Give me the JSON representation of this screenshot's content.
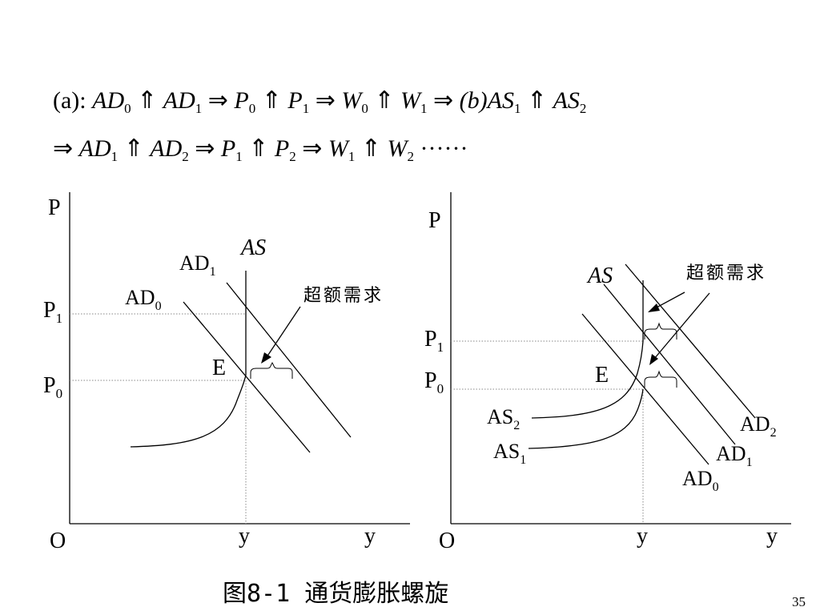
{
  "formula": {
    "line1": {
      "a_label": "(a)",
      "colon": ":",
      "terms": [
        {
          "base": "AD",
          "sub": "0"
        },
        {
          "op": "⇑"
        },
        {
          "base": "AD",
          "sub": "1"
        },
        {
          "op": "⇒"
        },
        {
          "base": "P",
          "sub": "0"
        },
        {
          "op": "⇑"
        },
        {
          "base": "P",
          "sub": "1"
        },
        {
          "op": "⇒"
        },
        {
          "base": "W",
          "sub": "0"
        },
        {
          "op": "⇑"
        },
        {
          "base": "W",
          "sub": "1"
        },
        {
          "op": "⇒"
        },
        {
          "base": "(b)",
          "sub": ""
        },
        {
          "base": "AS",
          "sub": "1"
        },
        {
          "op": "⇑"
        },
        {
          "base": "AS",
          "sub": "2"
        }
      ]
    },
    "line2": {
      "terms": [
        {
          "op": "⇒"
        },
        {
          "base": "AD",
          "sub": "1"
        },
        {
          "op": "⇑"
        },
        {
          "base": "AD",
          "sub": "2"
        },
        {
          "op": "⇒"
        },
        {
          "base": "P",
          "sub": "1"
        },
        {
          "op": "⇑"
        },
        {
          "base": "P",
          "sub": "2"
        },
        {
          "op": "⇒"
        },
        {
          "base": "W",
          "sub": "1"
        },
        {
          "op": "⇑"
        },
        {
          "base": "W",
          "sub": "2"
        },
        {
          "op": "······"
        }
      ]
    }
  },
  "left_chart": {
    "y_axis_label": "P",
    "origin_label": "O",
    "x_axis_label": "y",
    "x_tick_label": "y",
    "p1_label": {
      "base": "P",
      "sub": "1"
    },
    "p0_label": {
      "base": "P",
      "sub": "0"
    },
    "ad1_label": {
      "base": "AD",
      "sub": "1"
    },
    "ad0_label": {
      "base": "AD",
      "sub": "0"
    },
    "as_label": "AS",
    "e_label": "E",
    "excess_demand_label": "超额需求"
  },
  "right_chart": {
    "y_axis_label": "P",
    "origin_label": "O",
    "x_axis_label": "y",
    "x_tick_label": "y",
    "p1_label": {
      "base": "P",
      "sub": "1"
    },
    "p0_label": {
      "base": "P",
      "sub": "0"
    },
    "as_label": "AS",
    "as2_label": {
      "base": "AS",
      "sub": "2"
    },
    "as1_label": {
      "base": "AS",
      "sub": "1"
    },
    "ad2_label": {
      "base": "AD",
      "sub": "2"
    },
    "ad1_label": {
      "base": "AD",
      "sub": "1"
    },
    "ad0_label": {
      "base": "AD",
      "sub": "0"
    },
    "e_label": "E",
    "excess_demand_label": "超额需求"
  },
  "caption": "图8-1 通货膨胀螺旋",
  "page_number": "35"
}
